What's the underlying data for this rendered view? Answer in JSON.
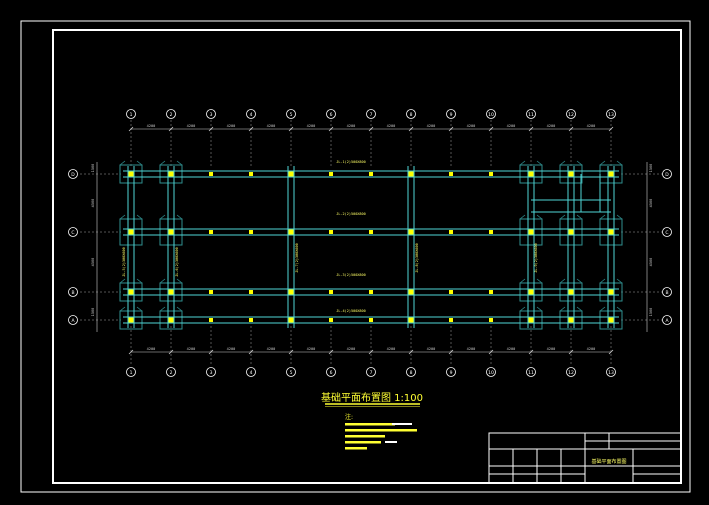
{
  "drawing": {
    "title": "基础平面布置图 1:100",
    "axis_labels_top": [
      "1",
      "2",
      "3",
      "4",
      "5",
      "6",
      "7",
      "8",
      "9",
      "10",
      "11",
      "12",
      "13"
    ],
    "axis_labels_side": [
      "D",
      "C",
      "B",
      "A"
    ],
    "dim_top": [
      "4200",
      "4200",
      "4200",
      "4200",
      "4200",
      "4200",
      "4200",
      "4200",
      "4200",
      "4200",
      "4200",
      "4200"
    ],
    "dim_bottom": [
      "4200",
      "4200",
      "4200",
      "4200",
      "4200",
      "4200",
      "4200",
      "4200",
      "4200",
      "4200",
      "4200",
      "4200"
    ],
    "dim_left": [
      "1500",
      "4500",
      "4500",
      "1500"
    ],
    "dim_right": [
      "1500",
      "4500",
      "4500",
      "1500"
    ],
    "beam_labels_h": [
      "JL-1(2)500X800",
      "JL-2(2)500X800",
      "JL-3(2)500X800",
      "JL-4(2)500X800"
    ],
    "beam_labels_v": [
      "JL-5(2)300X600",
      "JL-6(2)300X600",
      "JL-7(2)300X600",
      "JL-8(2)300X600",
      "JL-9(2)300X600"
    ],
    "notes_heading": "注:",
    "title_block_name": "基础平面布置图"
  },
  "colors": {
    "background": "#000000",
    "frame": "#ffffff",
    "beam": "#4fd6d6",
    "footing": "#2f8f8f",
    "column": "#ffff00",
    "dimension": "#cfcfcf",
    "label": "#ffff66",
    "title": "#ffff33"
  }
}
